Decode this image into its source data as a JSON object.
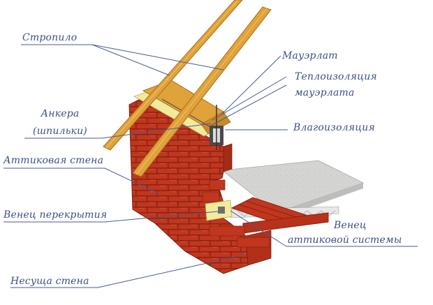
{
  "labels": {
    "rafter": "Стропило",
    "mauerlat": "Мауэрлат",
    "insulation_line1": "Теплоизоляция",
    "insulation_line2": "мауэрлата",
    "anchors_line1": "Анкера",
    "anchors_line2": "(шпильки)",
    "waterproofing": "Влагоизоляция",
    "attic_wall": "Аттиковая стена",
    "floor_ring": "Венец перекрытия",
    "attic_ring_line1": "Венец",
    "attic_ring_line2": "аттиковой системы",
    "bearing_wall": "Несуща стена"
  },
  "colors": {
    "label_text": "#3d4f86",
    "leader_line": "#4a5a95",
    "brick": "#c0361e",
    "brick_dark": "#8e2412",
    "timber": "#e0a23a",
    "insulation": "#f2ea9c",
    "concrete": "#d4d4d2"
  }
}
